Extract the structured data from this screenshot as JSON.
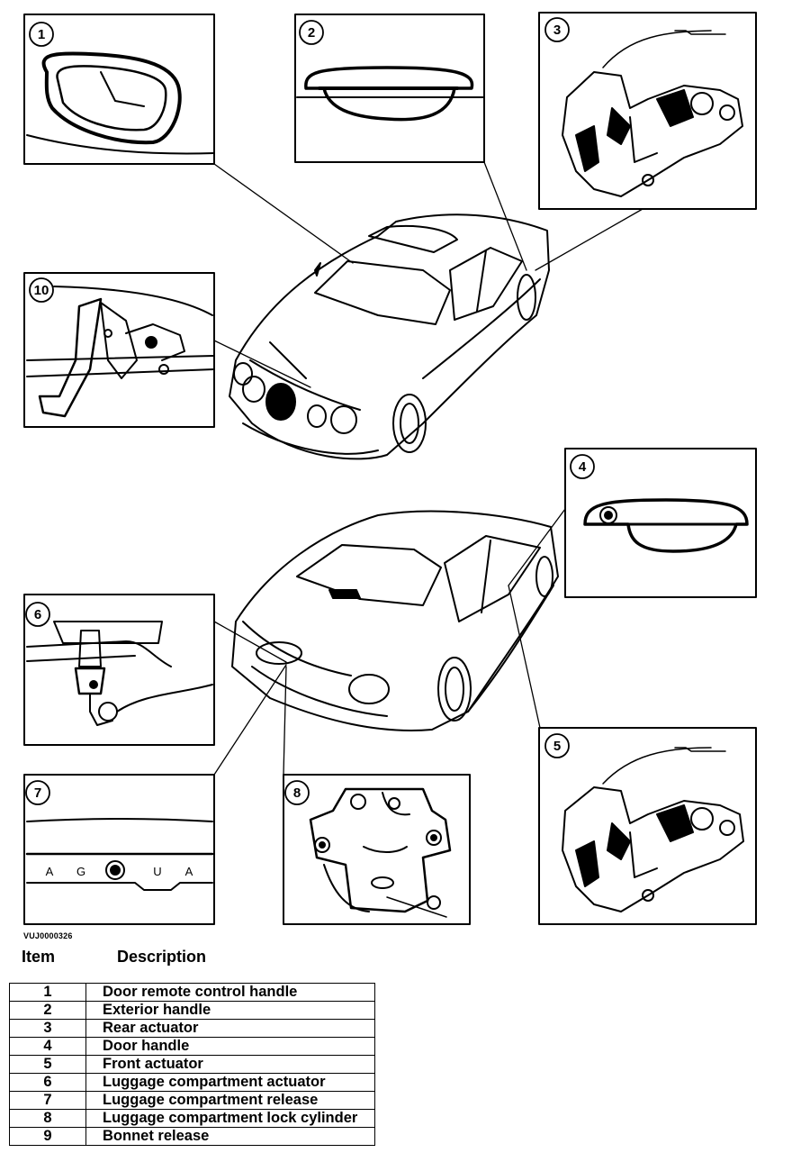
{
  "callouts": {
    "c1": "1",
    "c2": "2",
    "c3": "3",
    "c4": "4",
    "c5": "5",
    "c6": "6",
    "c7": "7",
    "c8": "8",
    "c10": "10"
  },
  "emblem_letters": [
    "A",
    "G",
    "U",
    "A"
  ],
  "reference_code": "VUJ0000326",
  "legend": {
    "item_header": "Item",
    "description_header": "Description",
    "rows": [
      {
        "item": "1",
        "description": "Door remote control handle"
      },
      {
        "item": "2",
        "description": "Exterior handle"
      },
      {
        "item": "3",
        "description": "Rear actuator"
      },
      {
        "item": "4",
        "description": "Door handle"
      },
      {
        "item": "5",
        "description": "Front actuator"
      },
      {
        "item": "6",
        "description": "Luggage compartment actuator"
      },
      {
        "item": "7",
        "description": "Luggage compartment release"
      },
      {
        "item": "8",
        "description": "Luggage compartment lock cylinder"
      },
      {
        "item": "9",
        "description": "Bonnet release"
      }
    ]
  }
}
